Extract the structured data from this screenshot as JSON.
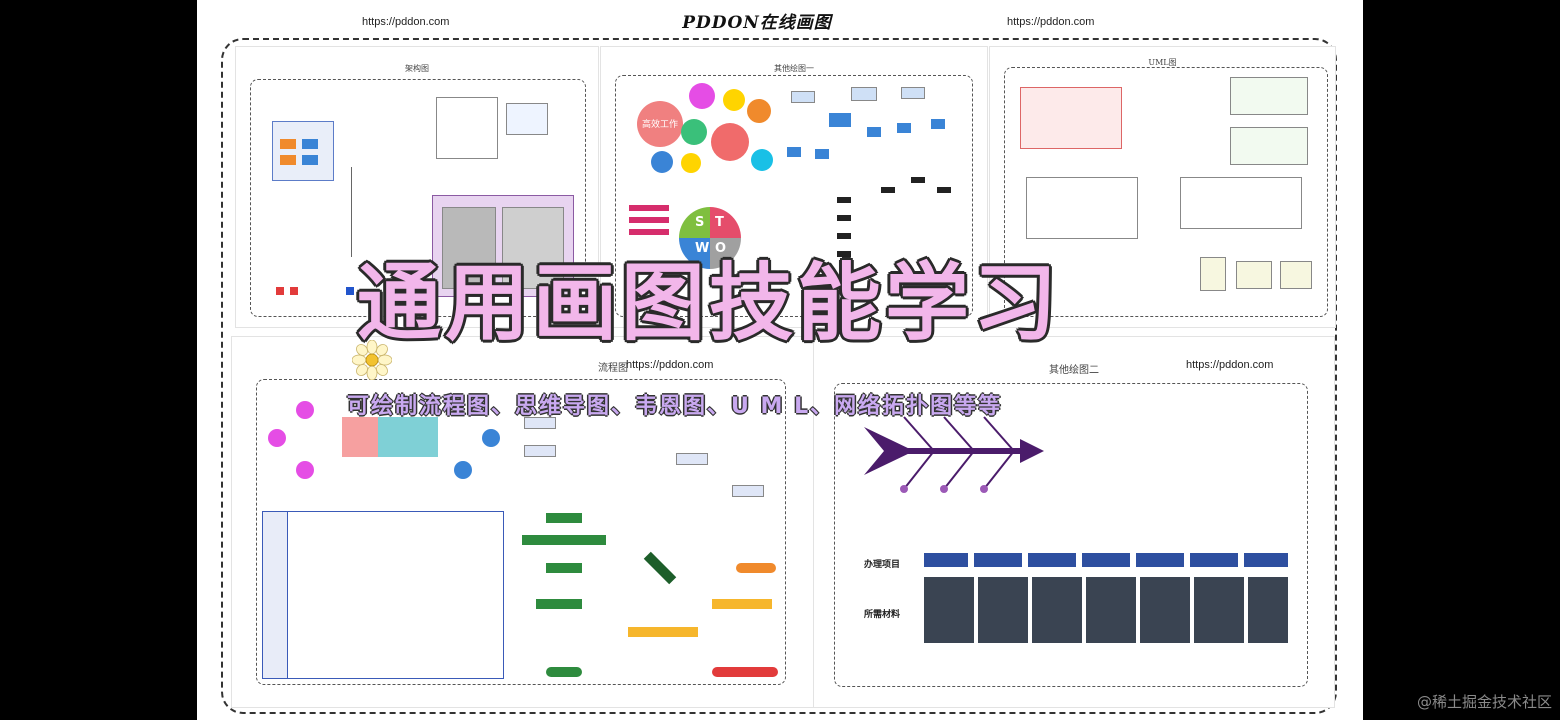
{
  "header": {
    "brand": "PDDON在线画图",
    "url_left": "https://pddon.com",
    "url_right": "https://pddon.com"
  },
  "panels": {
    "top_left": {
      "title": "架构图"
    },
    "top_mid": {
      "title": "其他绘图一"
    },
    "top_right": {
      "title": "UML图"
    },
    "bottom_left": {
      "title": "流程图",
      "url": "https://pddon.com"
    },
    "bottom_right": {
      "title": "其他绘图二",
      "url": "https://pddon.com"
    }
  },
  "mindmap": {
    "center_label": "高效工作"
  },
  "swot": [
    "S",
    "T",
    "W",
    "O"
  ],
  "process_table": {
    "header_label": "办理项目",
    "material_label": "所需材料"
  },
  "overlay": {
    "headline": "通用画图技能学习",
    "subline": "可绘制流程图、思维导图、韦恩图、U M L、网络拓扑图等等"
  },
  "watermark": "@稀土掘金技术社区",
  "colors": {
    "headline_fill": "#f2b6ea",
    "subline_fill": "#c9a9f0",
    "fishbone": "#4b1c6b",
    "flow_green": "#2e8b3e",
    "table_header": "#2e4fa0"
  }
}
